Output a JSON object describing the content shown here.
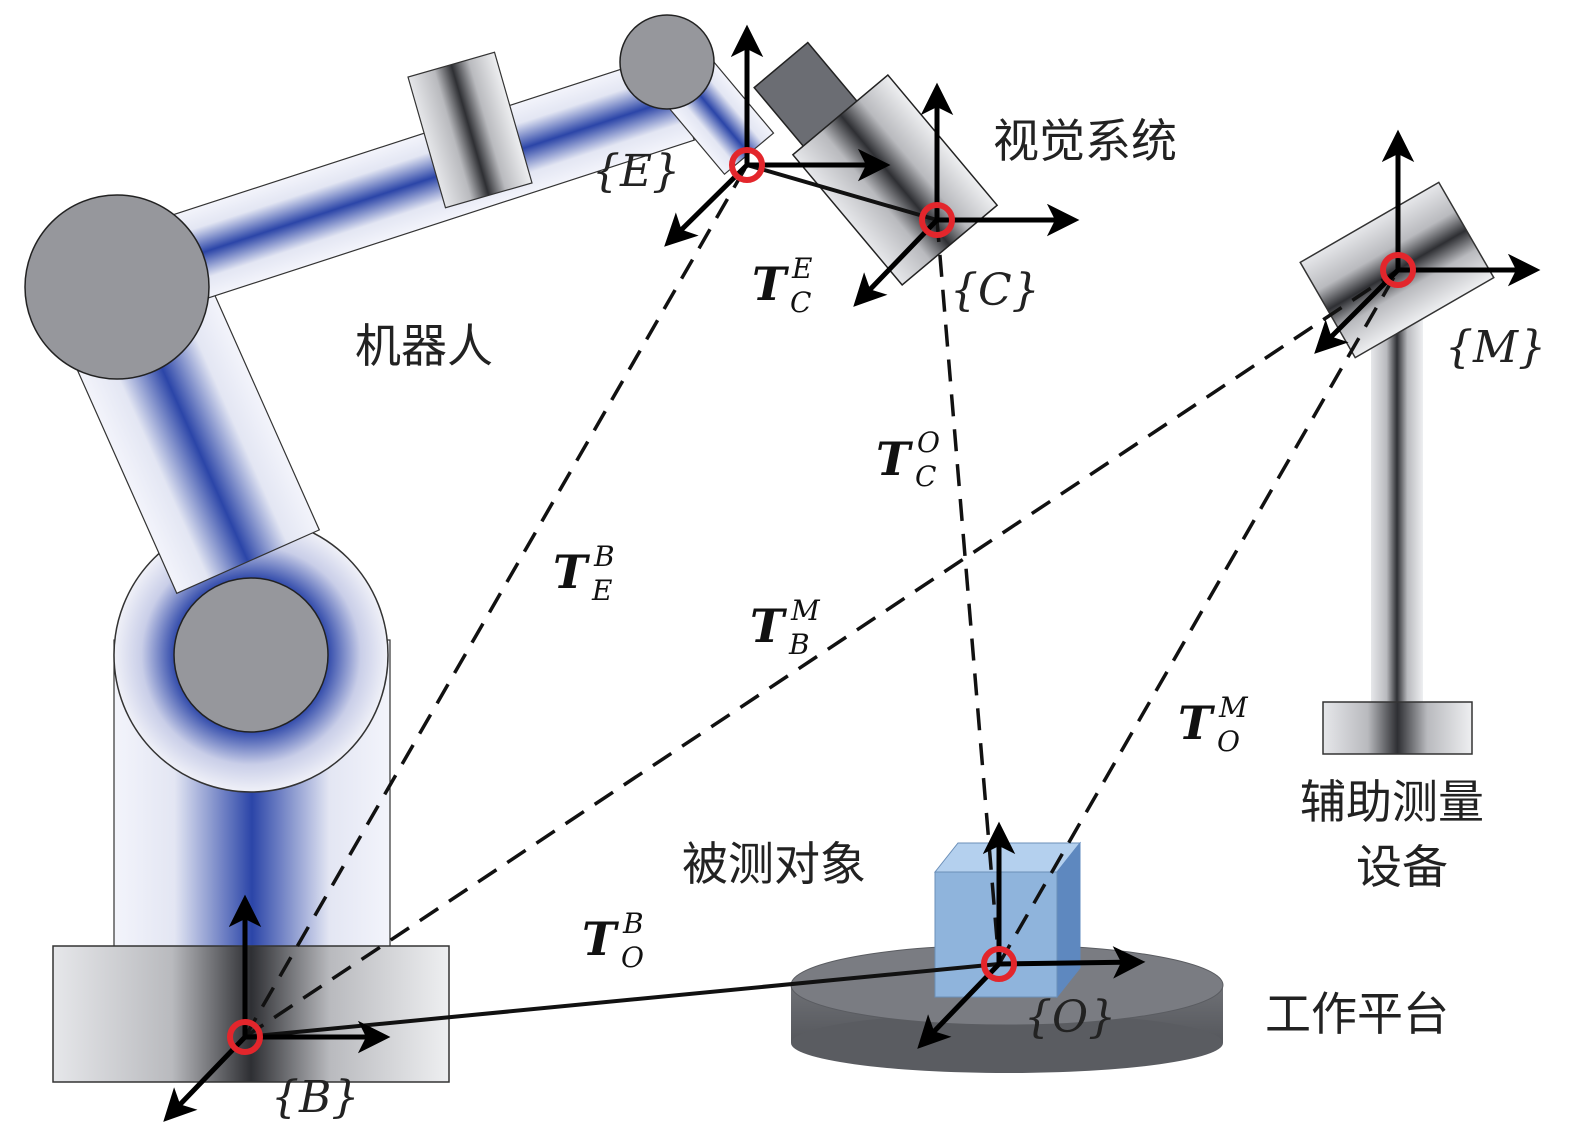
{
  "labels": {
    "robot": "机器人",
    "vision_system": "视觉系统",
    "measured_object": "被测对象",
    "aux_device_line1": "辅助测量",
    "aux_device_line2": "设备",
    "work_platform": "工作平台"
  },
  "frames": {
    "E": "{E}",
    "C": "{C}",
    "M": "{M}",
    "O": "{O}",
    "B": "{B}"
  },
  "transforms": [
    {
      "id": "T_C_E",
      "main": "T",
      "sup": "E",
      "sub": "C"
    },
    {
      "id": "T_C_O",
      "main": "T",
      "sup": "O",
      "sub": "C"
    },
    {
      "id": "T_E_B",
      "main": "T",
      "sup": "B",
      "sub": "E"
    },
    {
      "id": "T_B_M",
      "main": "T",
      "sup": "M",
      "sub": "B"
    },
    {
      "id": "T_O_M",
      "main": "T",
      "sup": "M",
      "sub": "O"
    },
    {
      "id": "T_O_B",
      "main": "T",
      "sup": "B",
      "sub": "O"
    }
  ],
  "colors": {
    "origin_ring": "#e3262c",
    "robot_core": "#2b45a8",
    "object_box": "#8fb4dc",
    "platform": "#6b6d73"
  }
}
